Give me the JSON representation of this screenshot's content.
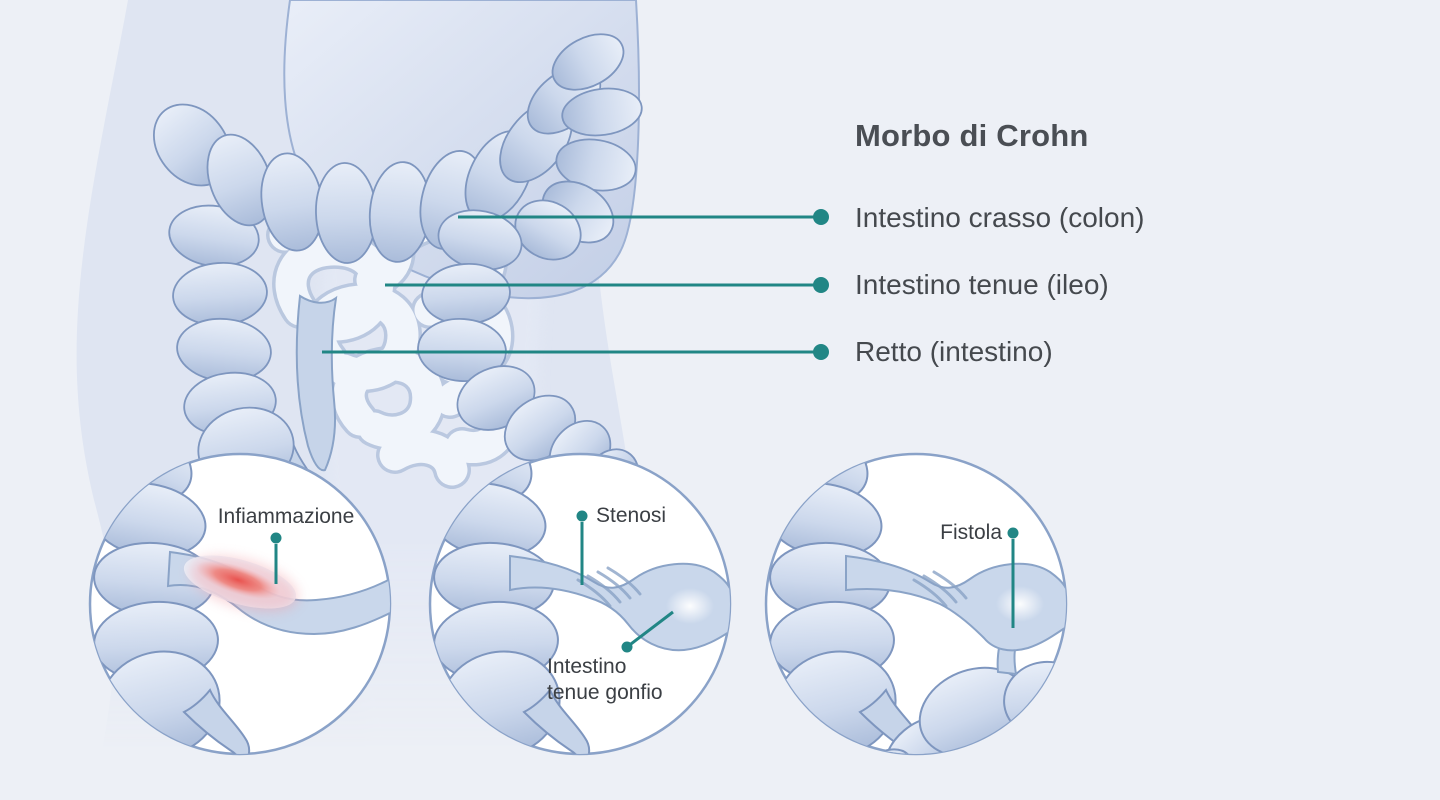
{
  "title": "Morbo di Crohn",
  "anatomy_labels": [
    {
      "text": "Intestino crasso (colon)"
    },
    {
      "text": "Intestino tenue (ileo)"
    },
    {
      "text": "Retto (intestino)"
    }
  ],
  "insets": [
    {
      "caption": "Infiammazione"
    },
    {
      "caption": "Stenosi",
      "caption_secondary": "Intestino\ntenue gonfio"
    },
    {
      "caption": "Fistola"
    }
  ],
  "colors": {
    "background": "#edf0f6",
    "torso": "#dfe5f2",
    "accent_teal": "#218685",
    "inflammation_red": "#e94b47",
    "text_dark": "#45494e"
  }
}
